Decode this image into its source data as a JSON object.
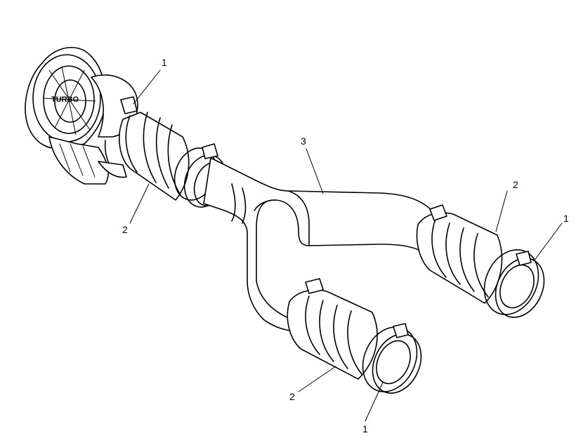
{
  "diagram": {
    "turbo_label": "TURBO",
    "callouts": [
      {
        "id": "clamp-turbo",
        "text": "1"
      },
      {
        "id": "coupling-turbo",
        "text": "2"
      },
      {
        "id": "tube-y",
        "text": "3"
      },
      {
        "id": "coupling-right",
        "text": "2"
      },
      {
        "id": "clamp-right",
        "text": "1"
      },
      {
        "id": "coupling-bottom",
        "text": "2"
      },
      {
        "id": "clamp-bottom",
        "text": "1"
      }
    ]
  }
}
